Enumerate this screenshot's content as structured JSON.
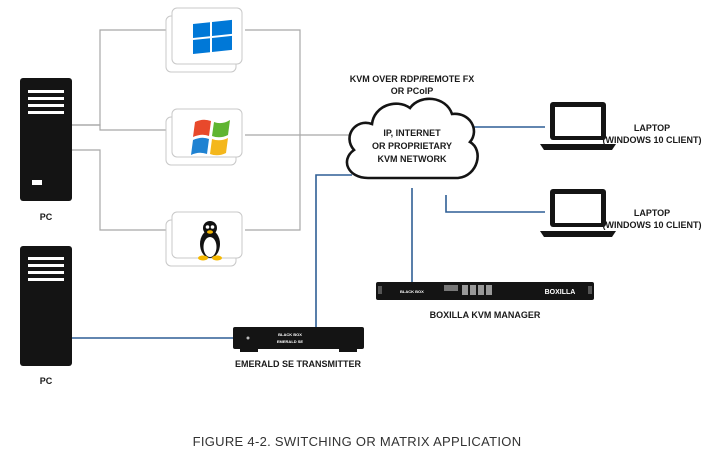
{
  "nodes": {
    "pc_top": "PC",
    "pc_bottom": "PC",
    "network_top": [
      "KVM OVER RDP/REMOTE FX",
      "OR PCoIP"
    ],
    "cloud": [
      "IP, INTERNET",
      "OR PROPRIETARY",
      "KVM NETWORK"
    ],
    "laptop_1": [
      "LAPTOP",
      "(WINDOWS 10 CLIENT)"
    ],
    "laptop_2": [
      "LAPTOP",
      "(WINDOWS 10 CLIENT)"
    ],
    "boxilla": "BOXILLA KVM MANAGER",
    "transmitter": "EMERALD SE TRANSMITTER"
  },
  "device_text": {
    "brand": "BLACK BOX",
    "boxilla_front": "BOXILLA",
    "transmitter_front": "EMERALD SE"
  },
  "caption": "FIGURE 4-2. SWITCHING OR MATRIX APPLICATION",
  "colors": {
    "link_blue": "#2f5f95",
    "link_gray": "#a8a8a8",
    "device_dark": "#141414",
    "windows_blue": "#0078d7"
  },
  "icons": [
    "windows-10-logo",
    "windows-xp-logo",
    "linux-tux-logo",
    "tower-pc",
    "laptop",
    "cloud",
    "rack-server"
  ]
}
